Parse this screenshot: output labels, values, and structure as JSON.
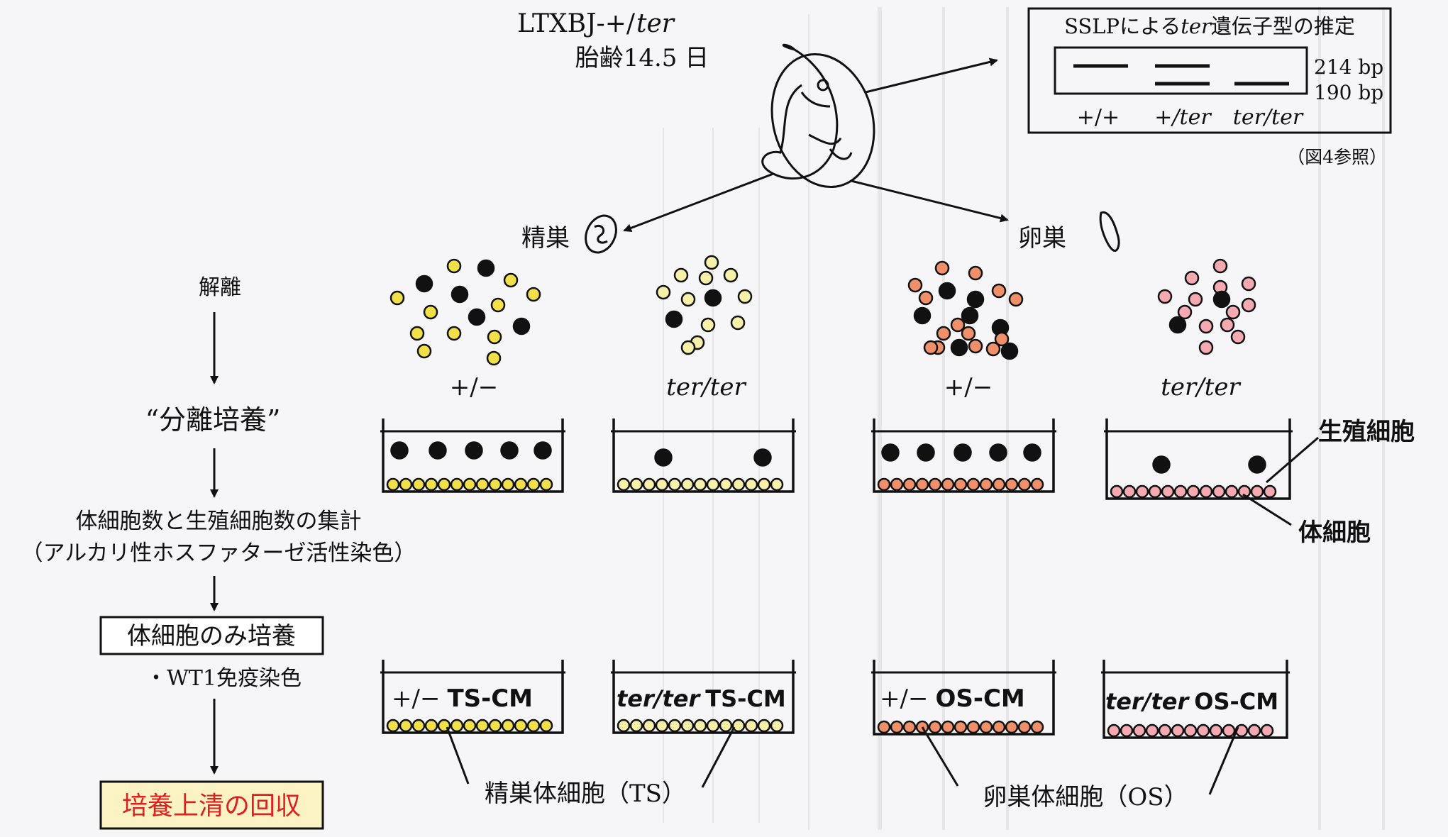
{
  "embryo": {
    "strain_prefix": "LTXBJ-+/",
    "strain_allele": "ter",
    "age": "胎齢14.5 日"
  },
  "sslp_box": {
    "title_prefix": "SSLPによる",
    "title_allele": "ter",
    "title_suffix": "遺伝子型の推定",
    "bp_high": "214 bp",
    "bp_low": "190 bp",
    "genotypes": [
      "+/+",
      "+/ter",
      "ter/ter"
    ],
    "reference": "（図4参照）"
  },
  "organs": {
    "testis": "精巣",
    "ovary": "卵巣"
  },
  "genotypes": {
    "het": "+/−",
    "hom": "ter/ter"
  },
  "flow": {
    "step1": "解離",
    "step2": "“分離培養”",
    "step3_line1": "体細胞数と生殖細胞数の集計",
    "step3_line2": "（アルカリ性ホスファターゼ活性染色）",
    "step4": "体細胞のみ培養",
    "step4_note": "・WT1免疫染色",
    "step5": "培養上清の回収"
  },
  "cell_labels": {
    "germ": "生殖細胞",
    "somatic": "体細胞"
  },
  "cm_dishes": {
    "het_ts": {
      "genotype": "+/−",
      "name": "TS-CM"
    },
    "hom_ts": {
      "genotype": "ter/ter",
      "name": "TS-CM"
    },
    "het_os": {
      "genotype": "+/−",
      "name": "OS-CM"
    },
    "hom_os": {
      "genotype": "ter/ter",
      "name": "OS-CM"
    }
  },
  "somatic_cell_labels": {
    "testis": "精巣体細胞（TS）",
    "ovary": "卵巣体細胞（OS）"
  },
  "colors": {
    "testis_somatic": "#f2e04a",
    "testis_somatic_pale": "#f7f0a8",
    "ovary_somatic": "#f0906a",
    "ovary_somatic_pale": "#f5a9b0",
    "germ_cell": "#111111",
    "highlight_box_fill": "#fbf3c4",
    "highlight_text": "#e02020"
  }
}
